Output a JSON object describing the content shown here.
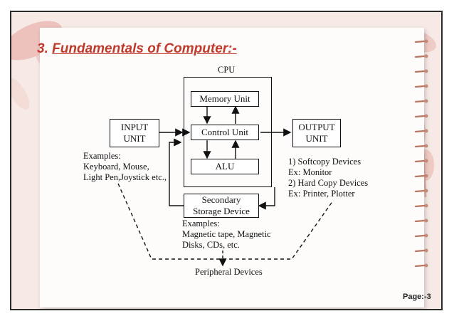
{
  "slide": {
    "title_number": "3.",
    "title_text": "Fundamentals of Computer:-",
    "page_number": "Page:-3"
  },
  "diagram": {
    "cpu_label": "CPU",
    "memory_unit": "Memory Unit",
    "control_unit": "Control Unit",
    "alu": "ALU",
    "input_unit": "INPUT\nUNIT",
    "output_unit": "OUTPUT\nUNIT",
    "secondary_storage": "Secondary\nStorage Device",
    "input_examples": "Examples:\nKeyboard, Mouse,\nLight Pen,Joystick etc.,",
    "output_examples": "1)  Softcopy Devices\n      Ex: Monitor\n2)  Hard Copy Devices\n      Ex: Printer, Plotter",
    "storage_examples": "Examples:\nMagnetic tape, Magnetic\nDisks, CDs, etc.",
    "peripheral_devices": "Peripheral Devices"
  },
  "colors": {
    "title": "#c0392b",
    "background": "#f6e9e6",
    "paper": "#fdfcfb"
  }
}
